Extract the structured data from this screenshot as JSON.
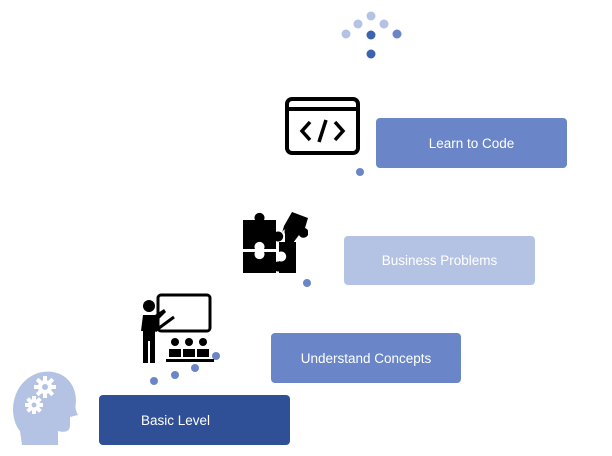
{
  "steps": [
    {
      "label": "Learn to Code",
      "color": "#6a86c8"
    },
    {
      "label": "Business Problems",
      "color": "#b4c2e4"
    },
    {
      "label": "Understand Concepts",
      "color": "#6a86c8"
    },
    {
      "label": "Basic Level",
      "color": "#2f5096"
    }
  ],
  "icons": {
    "code": "code-window-icon",
    "puzzle": "puzzle-icon",
    "teacher": "teacher-presentation-icon",
    "head": "head-gears-icon"
  },
  "colors": {
    "dot_light": "#b4c2e4",
    "dot_mid": "#6a86c8",
    "dot_dark": "#3d62b0",
    "icon_dark": "#000000",
    "head": "#b4c2e4"
  }
}
